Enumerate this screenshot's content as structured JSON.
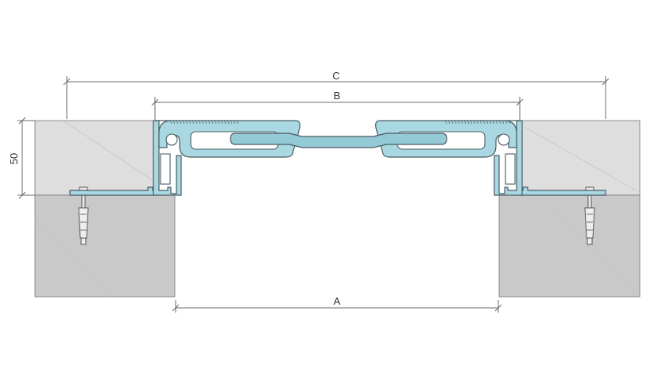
{
  "dimensions": {
    "a_label": "A",
    "b_label": "B",
    "c_label": "C",
    "height_label": "50"
  },
  "colors": {
    "profile": "#a9d8e3",
    "slab_top": "#dedede",
    "slab_bottom": "#c9c9c9"
  }
}
